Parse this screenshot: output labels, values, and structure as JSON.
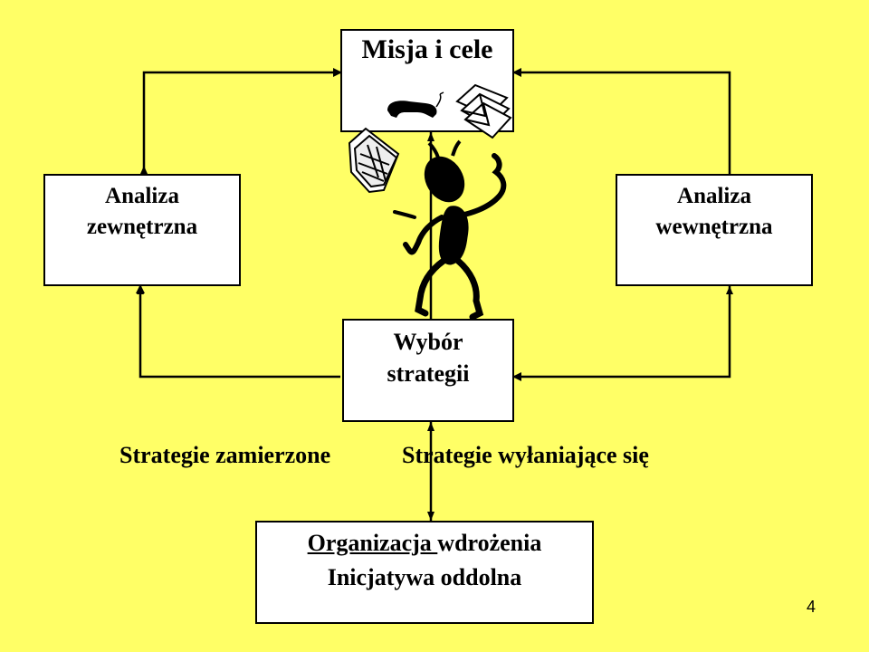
{
  "diagram": {
    "mission_box": {
      "title": "Misja i cele"
    },
    "external_box": {
      "line1": "Analiza",
      "line2": "zewnętrzna"
    },
    "internal_box": {
      "line1": "Analiza",
      "line2": "wewnętrzna"
    },
    "strategy_choice_box": {
      "line1": "Wybór",
      "line2": "strategii"
    },
    "organization_box": {
      "line1_underlined": "Organizacja ",
      "line1_rest": "wdrożenia",
      "line2": "Inicjatywa oddolna"
    },
    "labels": {
      "intended": "Strategie zamierzone",
      "emergent": "Strategie wyłaniające się"
    },
    "icons": [
      "telephone-icon",
      "envelopes-icon",
      "papers-icon",
      "stick-figure-icon"
    ]
  },
  "colors": {
    "background": "#FFFF66",
    "box_fill": "#FFFFFF",
    "ink": "#000000"
  },
  "page_number": "4"
}
